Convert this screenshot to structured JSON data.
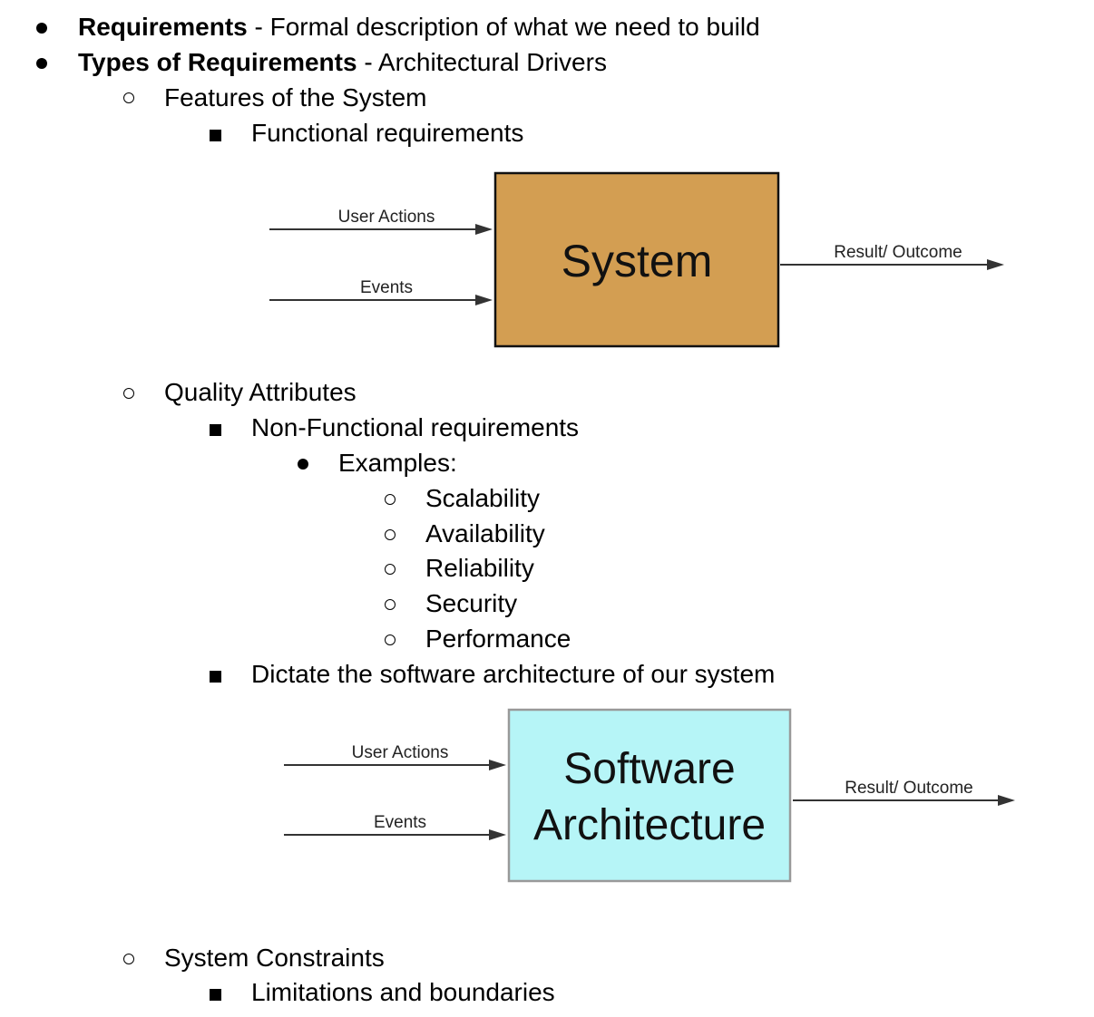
{
  "list": {
    "item1": {
      "term": "Requirements",
      "rest": " - Formal description of what we need to build"
    },
    "item2": {
      "term": "Types of Requirements",
      "rest": " - Architectural Drivers"
    },
    "features": "Features of the System",
    "functional": "Functional requirements",
    "quality": "Quality Attributes",
    "nonfunctional": "Non-Functional requirements",
    "examples": "Examples:",
    "example_items": [
      "Scalability",
      "Availability",
      "Reliability",
      "Security",
      "Performance"
    ],
    "dictate": "Dictate the software architecture of our system",
    "constraints": "System Constraints",
    "limitations": "Limitations and boundaries"
  },
  "diagram1": {
    "input1": "User Actions",
    "input2": "Events",
    "box": "System",
    "output": "Result/ Outcome",
    "box_fill": "#d39e52"
  },
  "diagram2": {
    "input1": "User Actions",
    "input2": "Events",
    "box_line1": "Software",
    "box_line2": "Architecture",
    "output": "Result/ Outcome",
    "box_fill": "#b6f5f7"
  }
}
